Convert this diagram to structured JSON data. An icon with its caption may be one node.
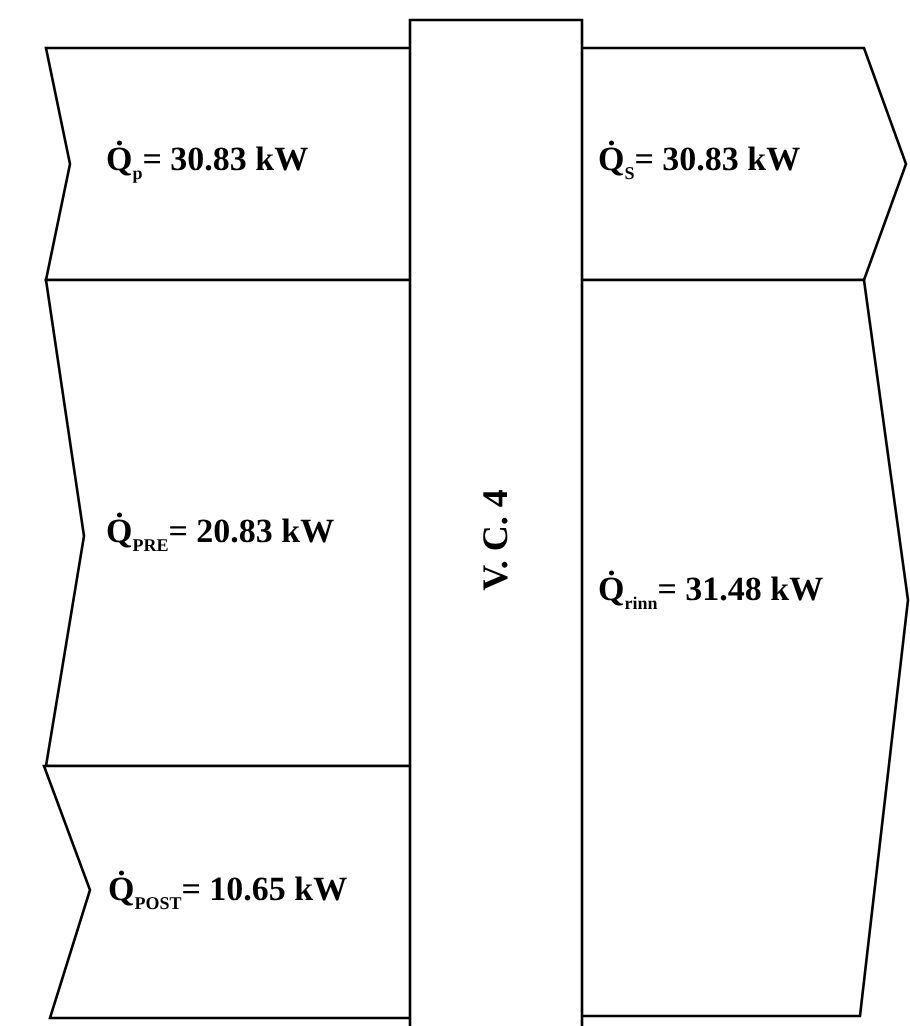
{
  "diagram": {
    "nodes": [
      {
        "text": [
          "Q̇$_{p}$= 30.83 kW"
        ]
      },
      {
        "text": [
          "Q̇$_{PRE}$= 20.83 kW"
        ]
      },
      {
        "text": [
          "Q̇$_{POST}$= 10.65 kW"
        ]
      },
      {
        "text": [
          "V. C. 4"
        ]
      },
      {
        "text": [
          "Q̇$_{S}$= 30.83 kW"
        ]
      },
      {
        "text": [
          "Q̇$_{rinn}$= 31.48 kW"
        ]
      }
    ]
  }
}
